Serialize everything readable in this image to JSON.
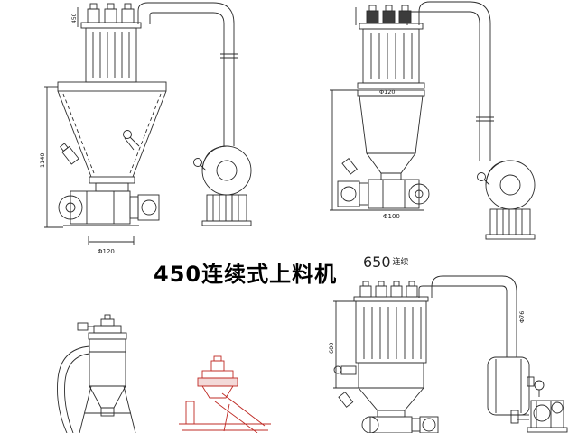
{
  "titles": {
    "main": "450连续式上料机",
    "secondary_model": "650",
    "secondary_suffix": "连续"
  },
  "dimension_labels": {
    "feeder_450": {
      "top_width": "450",
      "overall_height": "1140",
      "discharge_diameter": "Φ120"
    },
    "feeder_650": {
      "inlet_diameter": "Φ120",
      "discharge_diameter": "Φ100"
    },
    "feeder_bottom_right": {
      "filter_height": "600",
      "pipe_diameter": "Φ76"
    }
  },
  "colors": {
    "line": "#2b2b2b",
    "accent_red": "#bf2b25",
    "background": "#ffffff"
  }
}
